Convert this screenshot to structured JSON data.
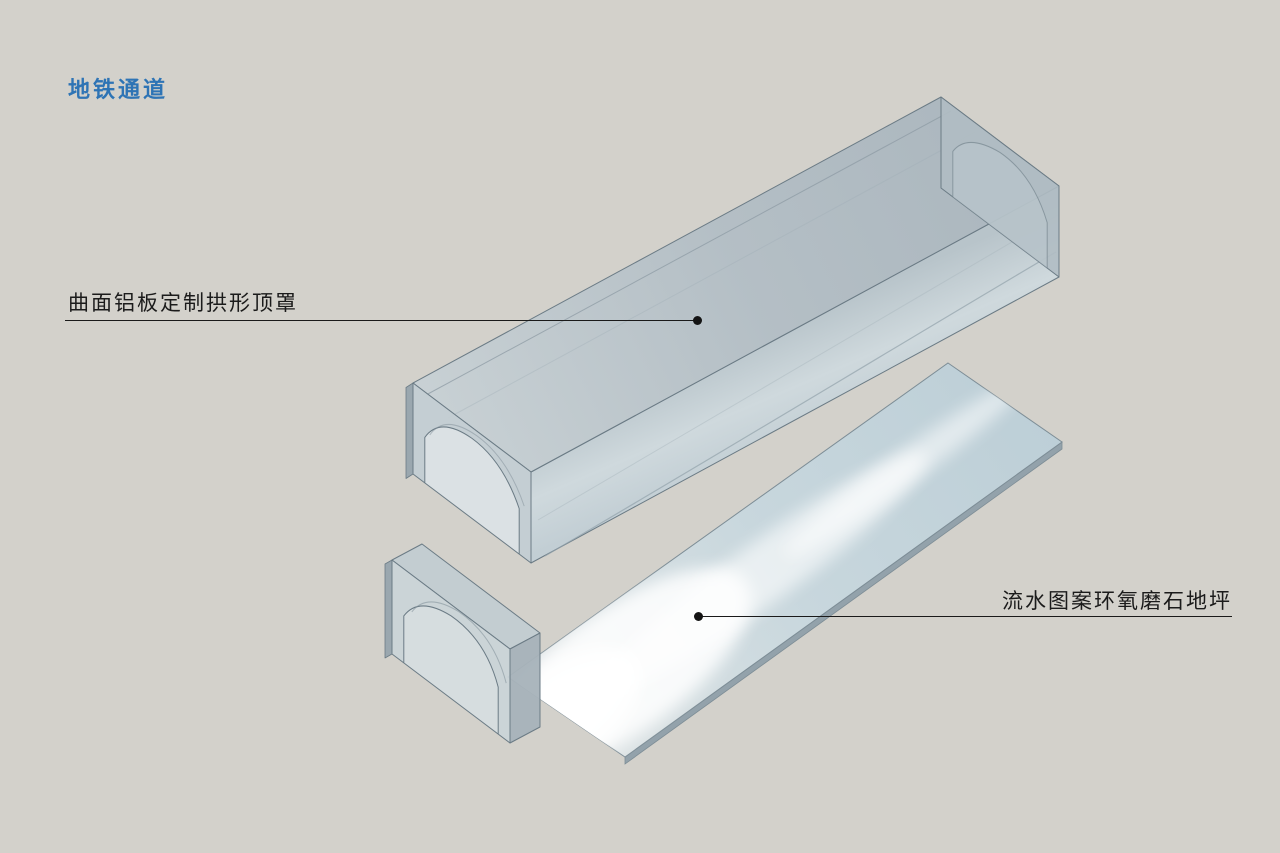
{
  "page": {
    "title": "地铁通道",
    "background_color": "#D3D1CB",
    "title_color": "#2E74B5"
  },
  "annotations": {
    "roof": {
      "label": "曲面铝板定制拱形顶罩"
    },
    "floor": {
      "label": "流水图案环氧磨石地坪"
    }
  },
  "diagram": {
    "kind": "exploded-axonometric-rendering",
    "parts": [
      "曲面铝板定制拱形顶罩",
      "流水图案环氧磨石地坪"
    ],
    "colors": {
      "glass_body": "#B9C6CD",
      "edge_line": "#6B7B85",
      "floor_surface": "#C5D5DC",
      "callout_line": "#1A1A1A"
    }
  }
}
